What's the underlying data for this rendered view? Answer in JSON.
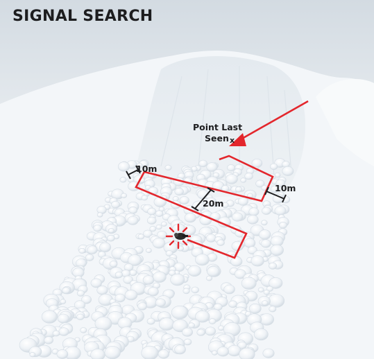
{
  "title": "SIGNAL SEARCH",
  "labels": {
    "point_last_seen_line1": "Point Last",
    "point_last_seen_line2": "Seen",
    "point_last_seen_marker": "x",
    "width_top": "10m",
    "width_right": "10m",
    "spacing": "20m"
  },
  "colors": {
    "search_path": "#e3262c",
    "text": "#1d1d1f",
    "sky_top": "#d9e0e6",
    "snow": "#f2f5f8",
    "debris": "#dfe6ed"
  },
  "icons": {
    "victim_signal": "avalanche-victim-signal-icon",
    "direction_arrow": "red-arrow"
  }
}
